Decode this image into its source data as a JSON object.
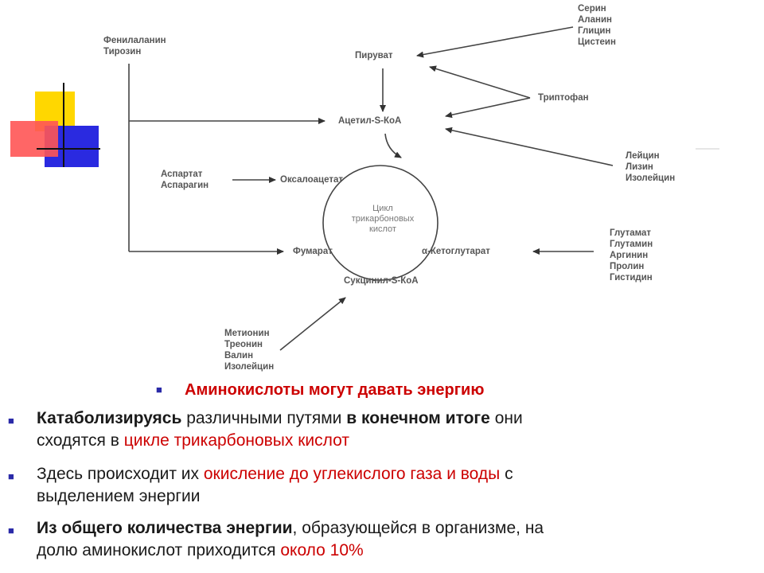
{
  "diagram": {
    "sources": {
      "phe_tyr": [
        "Фенилаланин",
        "Тирозин"
      ],
      "ser_group": [
        "Серин",
        "Аланин",
        "Глицин",
        "Цистеин"
      ],
      "trp": "Триптофан",
      "leu_group": [
        "Лейцин",
        "Лизин",
        "Изолейцин"
      ],
      "asp_group": [
        "Аспартат",
        "Аспарагин"
      ],
      "glu_group": [
        "Глутамат",
        "Глутамин",
        "Аргинин",
        "Пролин",
        "Гистидин"
      ],
      "met_group": [
        "Метионин",
        "Треонин",
        "Валин",
        "Изолейцин"
      ]
    },
    "nodes": {
      "pyruvate": "Пируват",
      "acetyl": "Ацетил-S-КоА",
      "oxaloacetate": "Оксалоацетат",
      "fumarate": "Фумарат",
      "ketoglutarate": "α-Кетоглутарат",
      "succinyl": "Сукцинил-S-КоА"
    },
    "cycle_label": [
      "Цикл",
      "трикарбоновых",
      "кислот"
    ]
  },
  "bullets": {
    "heading": "Аминокислоты могут давать энергию",
    "b1": {
      "part1": "Катаболизируясь",
      "part2": " различными путями ",
      "part3": "в конечном итоге",
      "part4": " они",
      "part5": "сходятся в ",
      "part6": "цикле трикарбоновых кислот"
    },
    "b2": {
      "part1": "Здесь происходит их ",
      "part2": "окисление до углекислого газа и воды",
      "part3": " с",
      "part4": "выделением энергии"
    },
    "b3": {
      "part1": "Из общего количества энергии",
      "part2": ", образующейся в организме, на",
      "part3": "долю аминокислот приходится ",
      "part4": "около 10%"
    }
  },
  "colors": {
    "yellow": "#ffd700",
    "red": "#ff4444",
    "blue": "#2a2ae0",
    "marker": "#2a2aa8",
    "highlight": "#cc0000"
  }
}
